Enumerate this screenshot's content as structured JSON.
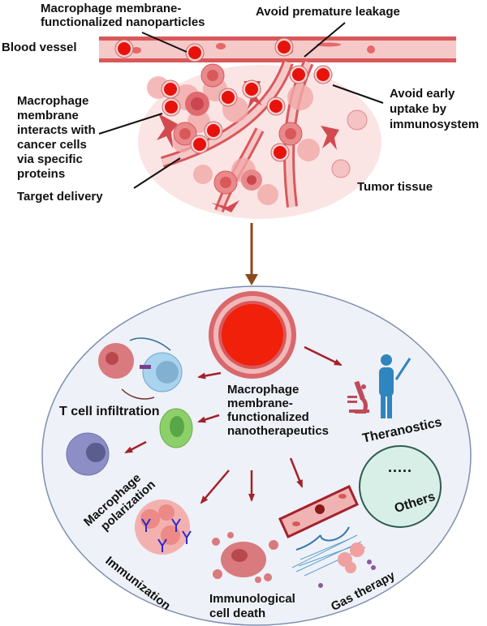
{
  "top_panel": {
    "labels": {
      "nanoparticles": [
        "Macrophage membrane-",
        "functionalized nanoparticles"
      ],
      "blood_vessel": "Blood vessel",
      "premature_leakage": "Avoid premature leakage",
      "early_uptake": [
        "Avoid early",
        "uptake by",
        "immunosystem"
      ],
      "membrane_interacts": [
        "Macrophage",
        "membrane",
        "interacts with",
        "cancer cells",
        "via specific",
        "proteins"
      ],
      "target_delivery": "Target delivery",
      "tumor_tissue": "Tumor tissue"
    }
  },
  "bottom_panel": {
    "center_label": [
      "Macrophage",
      "membrane-",
      "functionalized",
      "nanotherapeutics"
    ],
    "applications": {
      "t_cell": "T cell infiltration",
      "macrophage_polarization": [
        "Macrophage",
        "polarization"
      ],
      "immunization": "Immunization",
      "immunological_death": [
        "Immunological",
        "cell death"
      ],
      "gas_therapy": "Gas therapy",
      "theranostics": "Theranostics",
      "others_dots": ".....",
      "others": "Others"
    }
  },
  "colors": {
    "nanoparticle_core": "#e8120c",
    "vessel": "#f6c9c9",
    "vessel_wall": "#d9585a",
    "ellipse_fill": "#eef1f7",
    "ellipse_border": "#7f8fb0",
    "arrow_main": "#8a4a1c",
    "arrow_app": "#a3222a",
    "others_fill": "#d8efe8",
    "others_border": "#2f5b4f",
    "theranostic_person": "#2f86bf",
    "microscope": "#c04a5a"
  }
}
